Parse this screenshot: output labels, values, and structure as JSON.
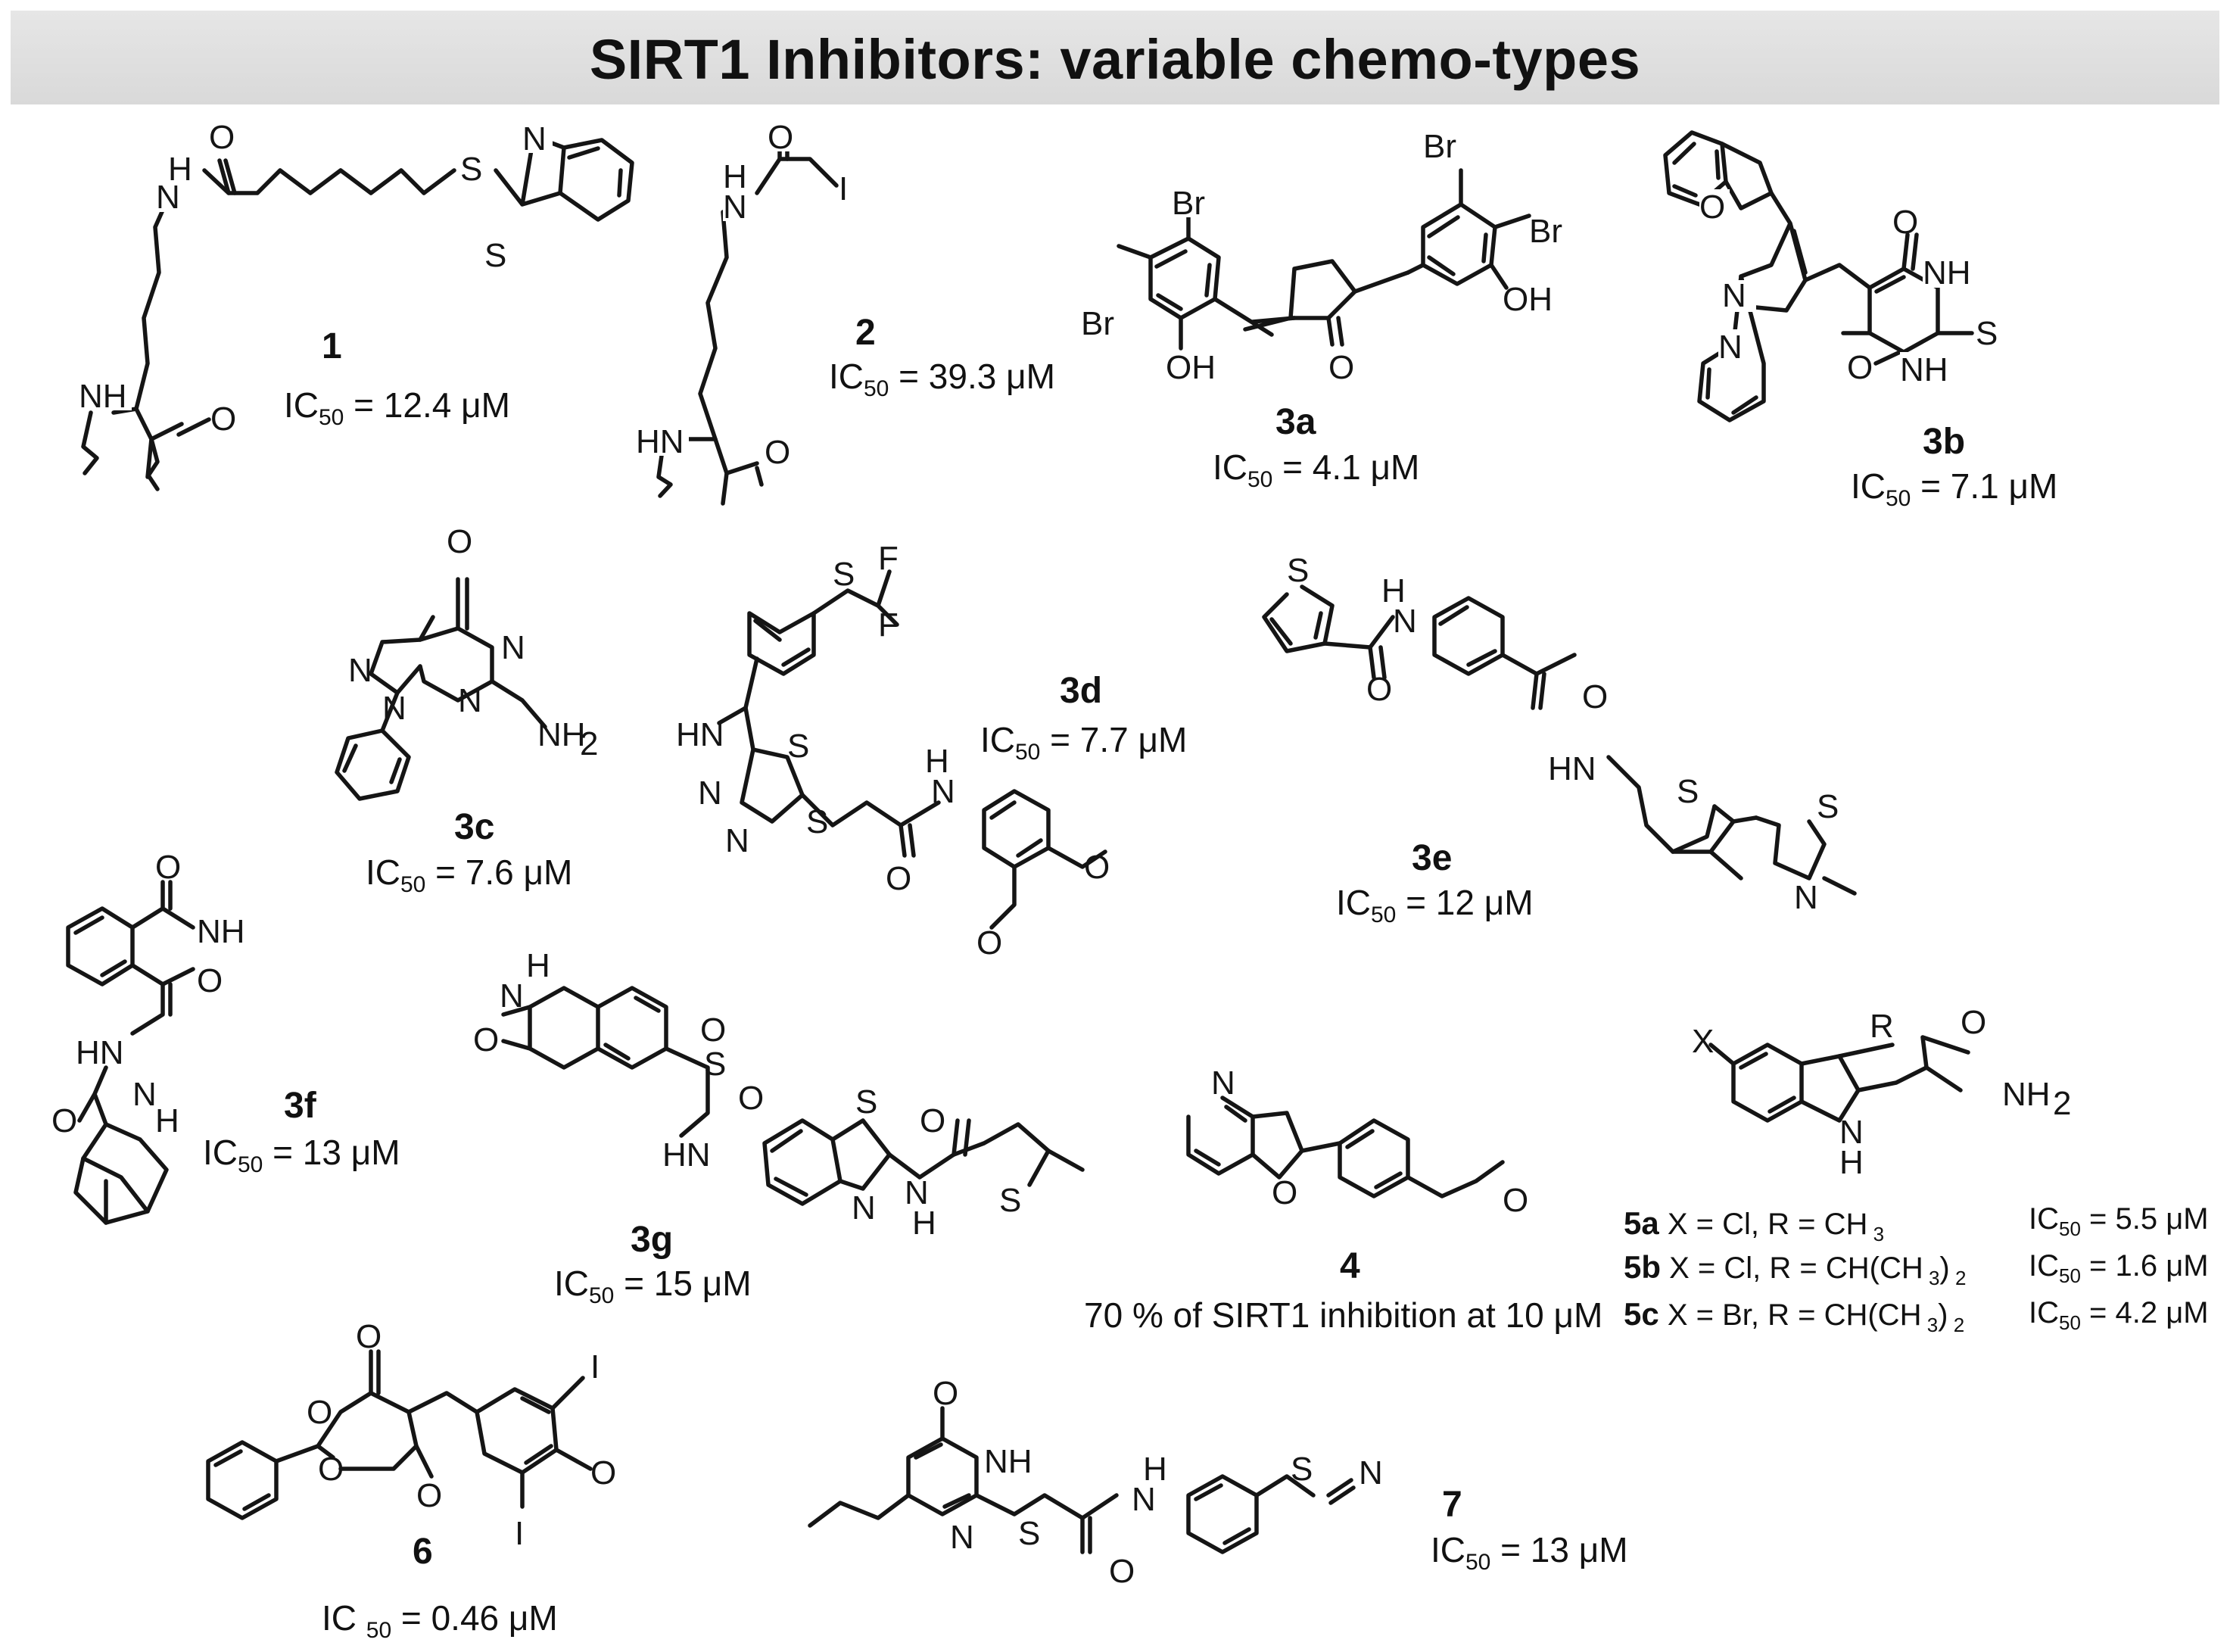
{
  "title": "SIRT1 Inhibitors: variable chemo-types",
  "compounds": [
    {
      "id": "1",
      "label": "1",
      "ic_text": "IC",
      "ic_sub": "50",
      "ic_value": " = 12.4 μM"
    },
    {
      "id": "2",
      "label": "2",
      "ic_text": "IC",
      "ic_sub": "50",
      "ic_value": " = 39.3 μM"
    },
    {
      "id": "3a",
      "label": "3a",
      "ic_text": "IC",
      "ic_sub": "50",
      "ic_value": " = 4.1 μM"
    },
    {
      "id": "3b",
      "label": "3b",
      "ic_text": "IC",
      "ic_sub": "50",
      "ic_value": " = 7.1 μM"
    },
    {
      "id": "3c",
      "label": "3c",
      "ic_text": "IC",
      "ic_sub": "50",
      "ic_value": " = 7.6 μM"
    },
    {
      "id": "3d",
      "label": "3d",
      "ic_text": "IC",
      "ic_sub": "50",
      "ic_value": " = 7.7 μM"
    },
    {
      "id": "3e",
      "label": "3e",
      "ic_text": "IC",
      "ic_sub": "50",
      "ic_value": " = 12 μM"
    },
    {
      "id": "3f",
      "label": "3f",
      "ic_text": "IC",
      "ic_sub": "50",
      "ic_value": " = 13 μM"
    },
    {
      "id": "3g",
      "label": "3g",
      "ic_text": "IC",
      "ic_sub": "50",
      "ic_value": " = 15 μM"
    },
    {
      "id": "4",
      "label": "4",
      "note": "70 % of SIRT1 inhibition at 10 μM"
    },
    {
      "id": "6",
      "label": "6",
      "ic_text": "IC ",
      "ic_sub": "50",
      "ic_value": " = 0.46 μM"
    },
    {
      "id": "7",
      "label": "7",
      "ic_text": "IC",
      "ic_sub": "50",
      "ic_value": " = 13 μM"
    }
  ],
  "series5": [
    {
      "label": "5a",
      "subst_a": " X = Cl, R = CH",
      "sub_a": " 3",
      "subst_b": "",
      "sub_b": "",
      "ic_text": "IC",
      "ic_sub": "50",
      "ic_value": " = 5.5 μM"
    },
    {
      "label": "5b",
      "subst_a": " X = Cl, R = CH(CH",
      "sub_a": " 3",
      "subst_b": ")",
      "sub_b": " 2",
      "ic_text": "IC",
      "ic_sub": "50",
      "ic_value": " = 1.6 μM"
    },
    {
      "label": "5c",
      "subst_a": " X = Br, R = CH(CH",
      "sub_a": " 3",
      "subst_b": ")",
      "sub_b": " 2",
      "ic_text": "IC",
      "ic_sub": "50",
      "ic_value": " = 4.2 μM"
    }
  ],
  "atoms": {
    "c1": [
      "O",
      "N",
      "H",
      "S",
      "N",
      "S",
      "NH",
      "O"
    ],
    "c2": [
      "O",
      "H",
      "N",
      "I",
      "HN",
      "O"
    ],
    "c3a": [
      "Br",
      "Br",
      "OH",
      "O",
      "Br",
      "Br",
      "OH"
    ],
    "c3b": [
      "O",
      "O",
      "NH",
      "S",
      "NH",
      "O",
      "N",
      "N"
    ],
    "c3c": [
      "O",
      "N",
      "N",
      "N",
      "N",
      "NH",
      "2"
    ],
    "c3d": [
      "S",
      "F",
      "F",
      "HN",
      "S",
      "N",
      "N",
      "S",
      "H",
      "N",
      "O",
      "O",
      "O"
    ],
    "c3e": [
      "S",
      "H",
      "N",
      "O",
      "O",
      "HN",
      "S",
      "S",
      "N"
    ],
    "c3f": [
      "O",
      "NH",
      "O",
      "HN",
      "N",
      "O",
      "H"
    ],
    "c3g": [
      "H",
      "N",
      "O",
      "S",
      "O",
      "O",
      "HN",
      "S",
      "N",
      "H",
      "N",
      "O",
      "S"
    ],
    "c4": [
      "N",
      "O",
      "O"
    ],
    "c5": [
      "R",
      "X",
      "O",
      "NH",
      "2",
      "N",
      "H"
    ],
    "c6": [
      "O",
      "O",
      "O",
      "O",
      "I",
      "O",
      "I"
    ],
    "c7": [
      "O",
      "NH",
      "N",
      "S",
      "H",
      "N",
      "O",
      "S",
      "N"
    ]
  }
}
